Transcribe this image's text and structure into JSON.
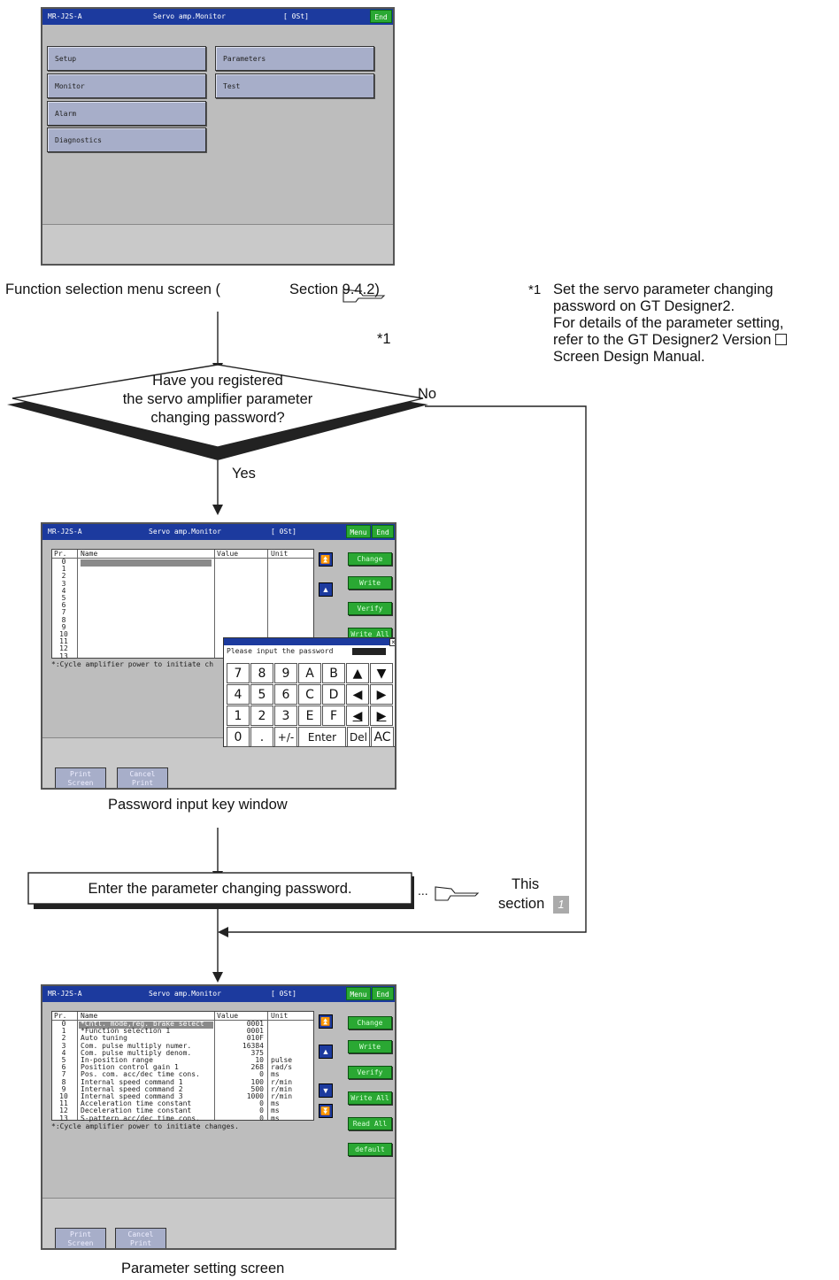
{
  "screen1": {
    "model": "MR-J2S-A",
    "title": "Servo amp.Monitor",
    "station": "[ 0St]",
    "end_label": "End",
    "menu": [
      "Setup",
      "Parameters",
      "Monitor",
      "Test",
      "Alarm",
      "Diagnostics"
    ]
  },
  "caption1": {
    "before": "Function selection menu screen (",
    "ref": "Section 9.4.2)"
  },
  "footnote": {
    "marker": "*1",
    "lines": [
      "Set the servo parameter changing",
      "password on GT Designer2.",
      "For details of the parameter setting,",
      "refer to the GT Designer2 Version",
      "Screen Design Manual."
    ]
  },
  "decision": {
    "marker": "*1",
    "lines": [
      "Have you registered",
      "the servo amplifier parameter",
      "changing password?"
    ],
    "no": "No",
    "yes": "Yes"
  },
  "screen2": {
    "model": "MR-J2S-A",
    "title": "Servo amp.Monitor",
    "station": "[ 0St]",
    "menu_label": "Menu",
    "end_label": "End",
    "col_pr": "Pr.",
    "col_name": "Name",
    "col_value": "Value",
    "col_unit": "Unit",
    "rows": [
      "0",
      "1",
      "2",
      "3",
      "4",
      "5",
      "6",
      "7",
      "8",
      "9",
      "10",
      "11",
      "12",
      "13"
    ],
    "buttons": [
      "Change",
      "Write",
      "Verify",
      "Write All"
    ],
    "note": "*:Cycle amplifier power to initiate ch",
    "print_screen": [
      "Print",
      "Screen"
    ],
    "cancel_print": [
      "Cancel",
      "Print"
    ]
  },
  "keypad": {
    "prompt": "Please input the password",
    "close": "×",
    "keys": [
      [
        "7",
        "8",
        "9",
        "A",
        "B",
        "▲",
        "▼"
      ],
      [
        "4",
        "5",
        "6",
        "C",
        "D",
        "◀",
        "▶"
      ],
      [
        "1",
        "2",
        "3",
        "E",
        "F",
        "◀",
        "▶"
      ],
      [
        "0",
        ".",
        "+/-",
        "Enter",
        "Del",
        "AC"
      ]
    ]
  },
  "caption2": "Password input key window",
  "process": {
    "text": "Enter the parameter changing password.",
    "dots": "...",
    "ref1": "This",
    "ref2": "section",
    "ref_num": "1"
  },
  "screen3": {
    "model": "MR-J2S-A",
    "title": "Servo amp.Monitor",
    "station": "[ 0St]",
    "menu_label": "Menu",
    "end_label": "End",
    "col_pr": "Pr.",
    "col_name": "Name",
    "col_value": "Value",
    "col_unit": "Unit",
    "rows": [
      {
        "pr": "0",
        "name": "*Cntl. mode,reg. brake select",
        "value": "0001",
        "unit": ""
      },
      {
        "pr": "1",
        "name": "*Function selection 1",
        "value": "0001",
        "unit": ""
      },
      {
        "pr": "2",
        "name": "Auto tuning",
        "value": "010F",
        "unit": ""
      },
      {
        "pr": "3",
        "name": "Com. pulse multiply numer.",
        "value": "16384",
        "unit": ""
      },
      {
        "pr": "4",
        "name": "Com. pulse multiply denom.",
        "value": "375",
        "unit": ""
      },
      {
        "pr": "5",
        "name": "In-position range",
        "value": "10",
        "unit": "pulse"
      },
      {
        "pr": "6",
        "name": "Position control gain 1",
        "value": "268",
        "unit": "rad/s"
      },
      {
        "pr": "7",
        "name": "Pos. com. acc/dec time cons.",
        "value": "0",
        "unit": "ms"
      },
      {
        "pr": "8",
        "name": "Internal speed command 1",
        "value": "100",
        "unit": "r/min"
      },
      {
        "pr": "9",
        "name": "Internal speed command 2",
        "value": "500",
        "unit": "r/min"
      },
      {
        "pr": "10",
        "name": "Internal speed command 3",
        "value": "1000",
        "unit": "r/min"
      },
      {
        "pr": "11",
        "name": "Acceleration time constant",
        "value": "0",
        "unit": "ms"
      },
      {
        "pr": "12",
        "name": "Deceleration time constant",
        "value": "0",
        "unit": "ms"
      },
      {
        "pr": "13",
        "name": "S-pattern acc/dec time cons.",
        "value": "0",
        "unit": "ms"
      }
    ],
    "buttons": [
      "Change",
      "Write",
      "Verify",
      "Write All",
      "Read All",
      "default"
    ],
    "note": "*:Cycle amplifier power to initiate changes.",
    "print_screen": [
      "Print",
      "Screen"
    ],
    "cancel_print": [
      "Cancel",
      "Print"
    ]
  },
  "caption3": "Parameter setting screen"
}
